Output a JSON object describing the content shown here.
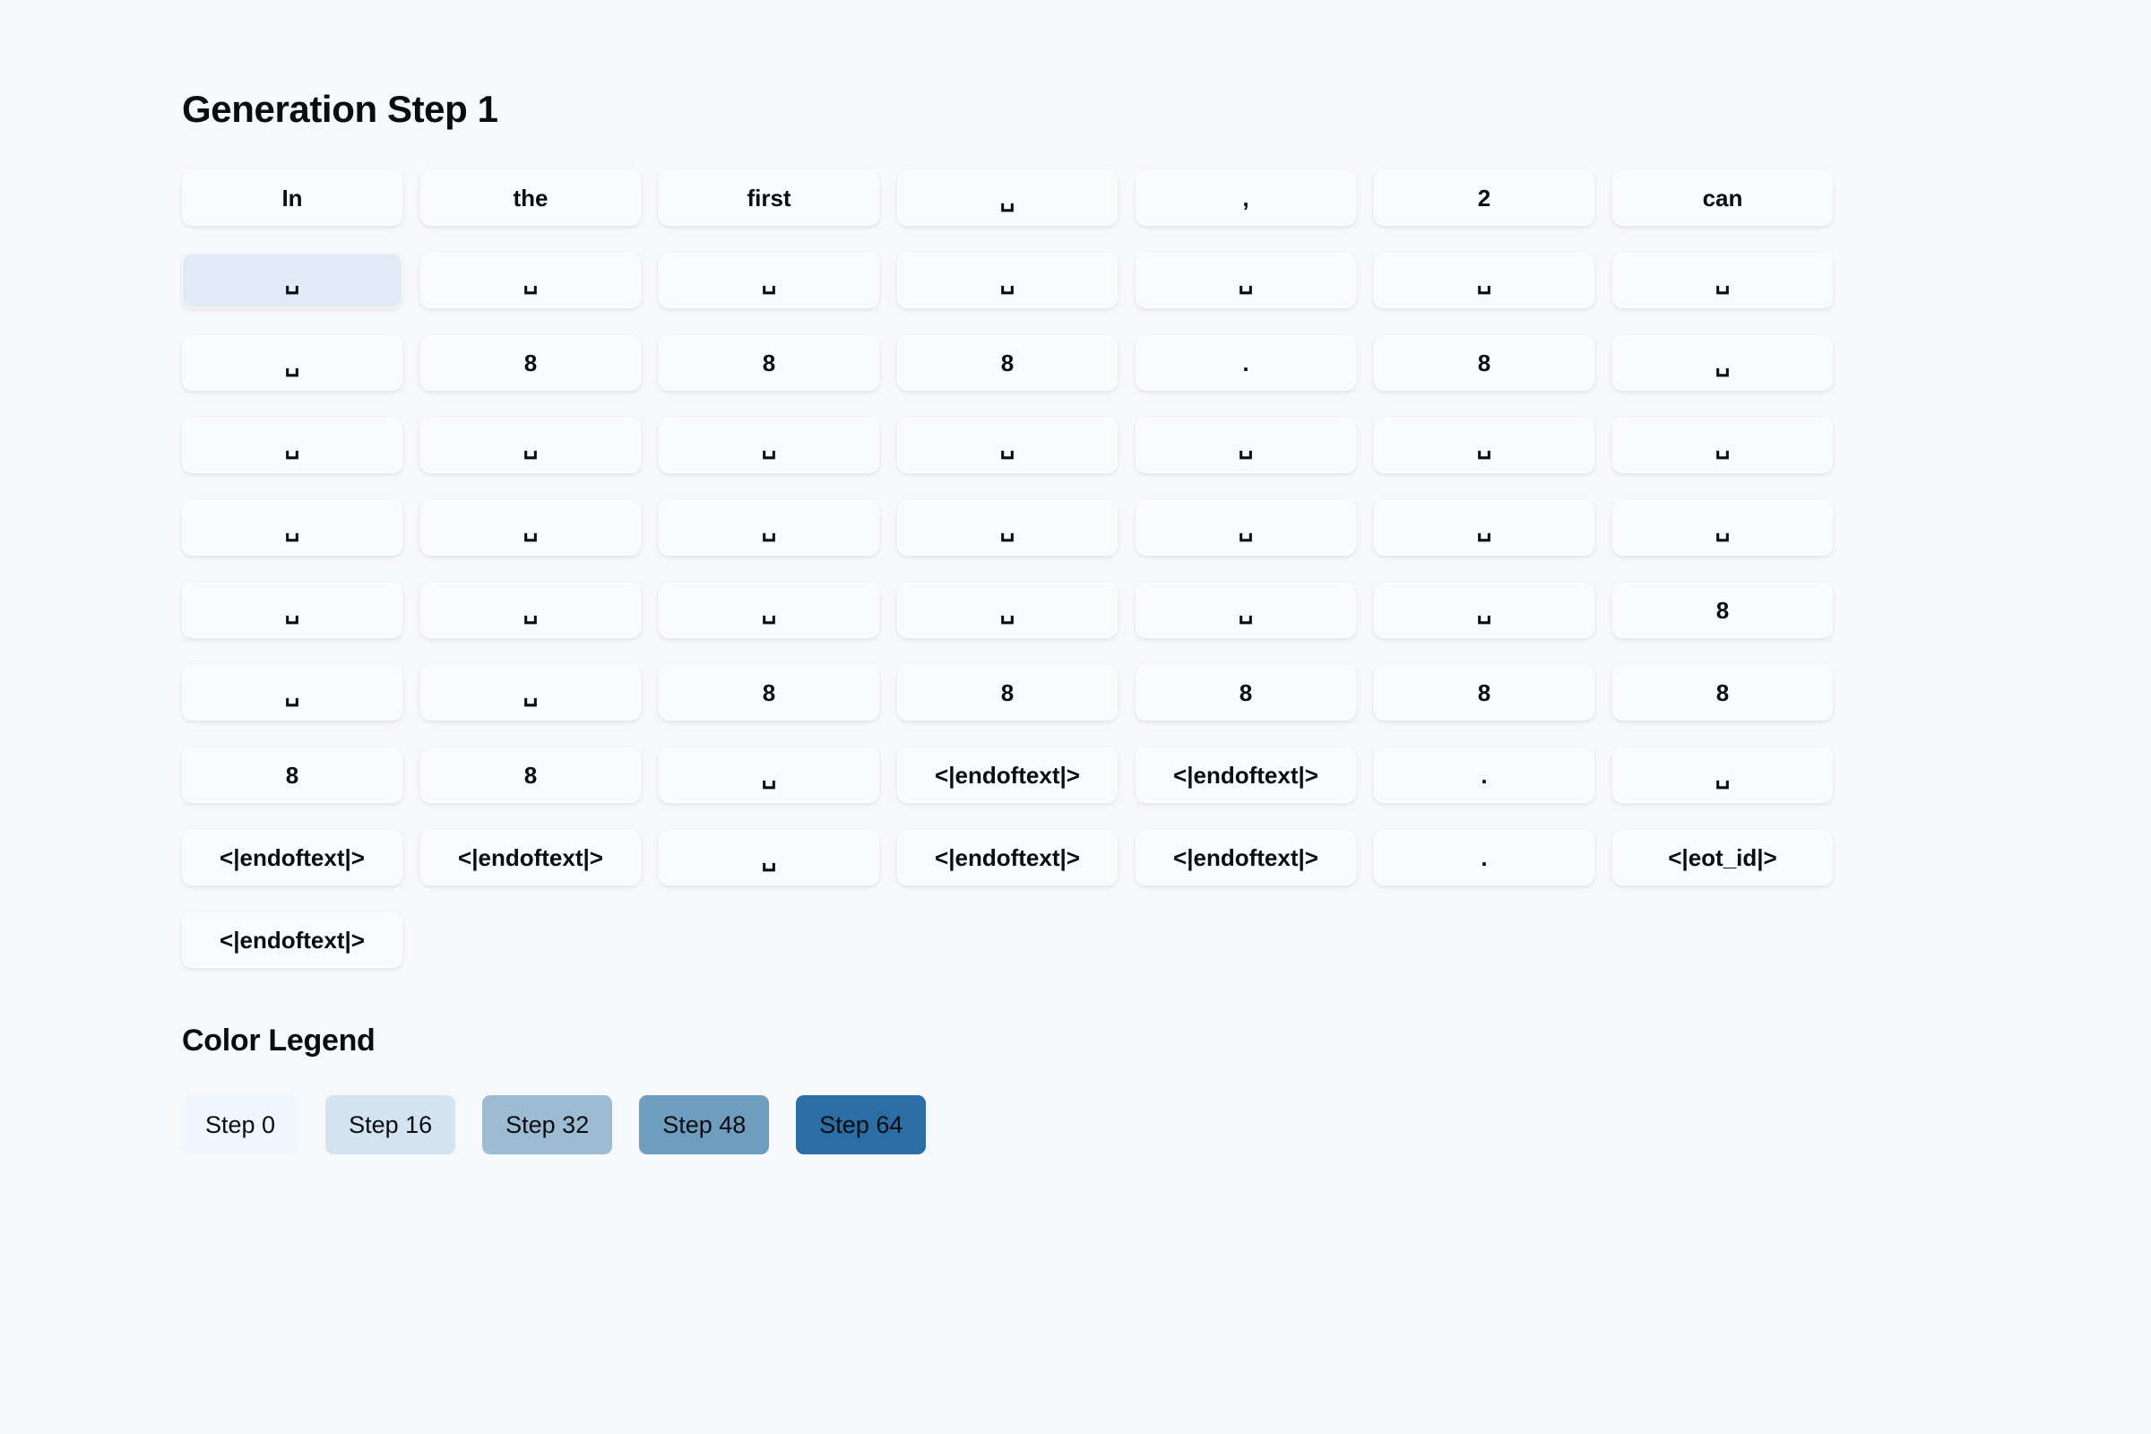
{
  "page": {
    "title": "Generation Step 1",
    "background_color": "#f7f8fb",
    "legend_heading": "Color Legend"
  },
  "grid": {
    "columns": 7,
    "cell_default_color": "#f8fafc",
    "space_glyph": "␣",
    "rows": [
      [
        {
          "text": "In",
          "color": "#f8fafc",
          "highlighted": false
        },
        {
          "text": "the",
          "color": "#f8fafc",
          "highlighted": false
        },
        {
          "text": "first",
          "color": "#f8fafc",
          "highlighted": false
        },
        {
          "text": "␣",
          "color": "#f8fafc",
          "highlighted": false
        },
        {
          "text": ",",
          "color": "#f8fafc",
          "highlighted": false
        },
        {
          "text": "2",
          "color": "#f8fafc",
          "highlighted": false
        },
        {
          "text": "can",
          "color": "#f8fafc",
          "highlighted": false
        }
      ],
      [
        {
          "text": "␣",
          "color": "#e1eaf5",
          "highlighted": true
        },
        {
          "text": "␣",
          "color": "#f8fafc",
          "highlighted": false
        },
        {
          "text": "␣",
          "color": "#f8fafc",
          "highlighted": false
        },
        {
          "text": "␣",
          "color": "#f8fafc",
          "highlighted": false
        },
        {
          "text": "␣",
          "color": "#f8fafc",
          "highlighted": false
        },
        {
          "text": "␣",
          "color": "#f8fafc",
          "highlighted": false
        },
        {
          "text": "␣",
          "color": "#f8fafc",
          "highlighted": false
        }
      ],
      [
        {
          "text": "␣",
          "color": "#f8fafc",
          "highlighted": false
        },
        {
          "text": "8",
          "color": "#f8fafc",
          "highlighted": false
        },
        {
          "text": "8",
          "color": "#f8fafc",
          "highlighted": false
        },
        {
          "text": "8",
          "color": "#f8fafc",
          "highlighted": false
        },
        {
          "text": ".",
          "color": "#f8fafc",
          "highlighted": false
        },
        {
          "text": "8",
          "color": "#f8fafc",
          "highlighted": false
        },
        {
          "text": "␣",
          "color": "#f8fafc",
          "highlighted": false
        }
      ],
      [
        {
          "text": "␣",
          "color": "#f8fafc",
          "highlighted": false
        },
        {
          "text": "␣",
          "color": "#f8fafc",
          "highlighted": false
        },
        {
          "text": "␣",
          "color": "#f8fafc",
          "highlighted": false
        },
        {
          "text": "␣",
          "color": "#f8fafc",
          "highlighted": false
        },
        {
          "text": "␣",
          "color": "#f8fafc",
          "highlighted": false
        },
        {
          "text": "␣",
          "color": "#f8fafc",
          "highlighted": false
        },
        {
          "text": "␣",
          "color": "#f8fafc",
          "highlighted": false
        }
      ],
      [
        {
          "text": "␣",
          "color": "#f8fafc",
          "highlighted": false
        },
        {
          "text": "␣",
          "color": "#f8fafc",
          "highlighted": false
        },
        {
          "text": "␣",
          "color": "#f8fafc",
          "highlighted": false
        },
        {
          "text": "␣",
          "color": "#f8fafc",
          "highlighted": false
        },
        {
          "text": "␣",
          "color": "#f8fafc",
          "highlighted": false
        },
        {
          "text": "␣",
          "color": "#f8fafc",
          "highlighted": false
        },
        {
          "text": "␣",
          "color": "#f8fafc",
          "highlighted": false
        }
      ],
      [
        {
          "text": "␣",
          "color": "#f8fafc",
          "highlighted": false
        },
        {
          "text": "␣",
          "color": "#f8fafc",
          "highlighted": false
        },
        {
          "text": "␣",
          "color": "#f8fafc",
          "highlighted": false
        },
        {
          "text": "␣",
          "color": "#f8fafc",
          "highlighted": false
        },
        {
          "text": "␣",
          "color": "#f8fafc",
          "highlighted": false
        },
        {
          "text": "␣",
          "color": "#f8fafc",
          "highlighted": false
        },
        {
          "text": "8",
          "color": "#f8fafc",
          "highlighted": false
        }
      ],
      [
        {
          "text": "␣",
          "color": "#f8fafc",
          "highlighted": false
        },
        {
          "text": "␣",
          "color": "#f8fafc",
          "highlighted": false
        },
        {
          "text": "8",
          "color": "#f8fafc",
          "highlighted": false
        },
        {
          "text": "8",
          "color": "#f8fafc",
          "highlighted": false
        },
        {
          "text": "8",
          "color": "#f8fafc",
          "highlighted": false
        },
        {
          "text": "8",
          "color": "#f8fafc",
          "highlighted": false
        },
        {
          "text": "8",
          "color": "#f8fafc",
          "highlighted": false
        }
      ],
      [
        {
          "text": "8",
          "color": "#f8fafc",
          "highlighted": false
        },
        {
          "text": "8",
          "color": "#f8fafc",
          "highlighted": false
        },
        {
          "text": "␣",
          "color": "#f8fafc",
          "highlighted": false
        },
        {
          "text": "<|endoftext|>",
          "color": "#f8fafc",
          "highlighted": false
        },
        {
          "text": "<|endoftext|>",
          "color": "#f8fafc",
          "highlighted": false
        },
        {
          "text": ".",
          "color": "#f8fafc",
          "highlighted": false
        },
        {
          "text": "␣",
          "color": "#f8fafc",
          "highlighted": false
        }
      ],
      [
        {
          "text": "<|endoftext|>",
          "color": "#f8fafc",
          "highlighted": false
        },
        {
          "text": "<|endoftext|>",
          "color": "#f8fafc",
          "highlighted": false
        },
        {
          "text": "␣",
          "color": "#f8fafc",
          "highlighted": false
        },
        {
          "text": "<|endoftext|>",
          "color": "#f8fafc",
          "highlighted": false
        },
        {
          "text": "<|endoftext|>",
          "color": "#f8fafc",
          "highlighted": false
        },
        {
          "text": ".",
          "color": "#f8fafc",
          "highlighted": false
        },
        {
          "text": "<|eot_id|>",
          "color": "#f8fafc",
          "highlighted": false
        }
      ],
      [
        {
          "text": "<|endoftext|>",
          "color": "#f8fafc",
          "highlighted": false
        }
      ]
    ]
  },
  "legend": {
    "items": [
      {
        "label": "Step 0",
        "step": 0,
        "color": "#eff6fd",
        "text_color": "#0a0c0f"
      },
      {
        "label": "Step 16",
        "step": 16,
        "color": "#d3e3f0",
        "text_color": "#0a0c0f"
      },
      {
        "label": "Step 32",
        "step": 32,
        "color": "#9dbcd4",
        "text_color": "#0a0c0f"
      },
      {
        "label": "Step 48",
        "step": 48,
        "color": "#6f9dc0",
        "text_color": "#0a0c0f"
      },
      {
        "label": "Step 64",
        "step": 64,
        "color": "#2a6ea5",
        "text_color": "#0a0c0f"
      }
    ]
  }
}
